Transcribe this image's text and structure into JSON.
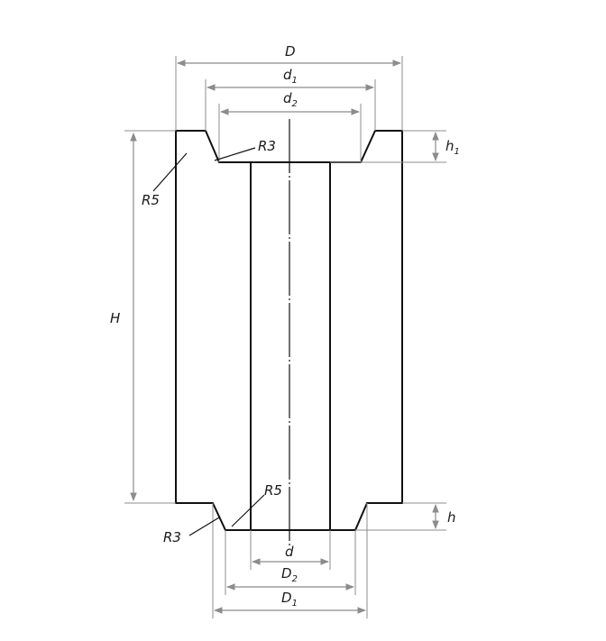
{
  "labels": {
    "D": "D",
    "d": "d",
    "d1_base": "d",
    "d1_sub": "1",
    "d2_base": "d",
    "d2_sub": "2",
    "D1_base": "D",
    "D1_sub": "1",
    "D2_base": "D",
    "D2_sub": "2",
    "h": "h",
    "h1_base": "h",
    "h1_sub": "1",
    "H": "H",
    "r3_top": "R3",
    "r5_top": "R5",
    "r5_bottom": "R5",
    "r3_bottom": "R3"
  },
  "colors": {
    "outline": "#111111",
    "dimension": "#8c8c8c",
    "hatch": "#111111"
  }
}
